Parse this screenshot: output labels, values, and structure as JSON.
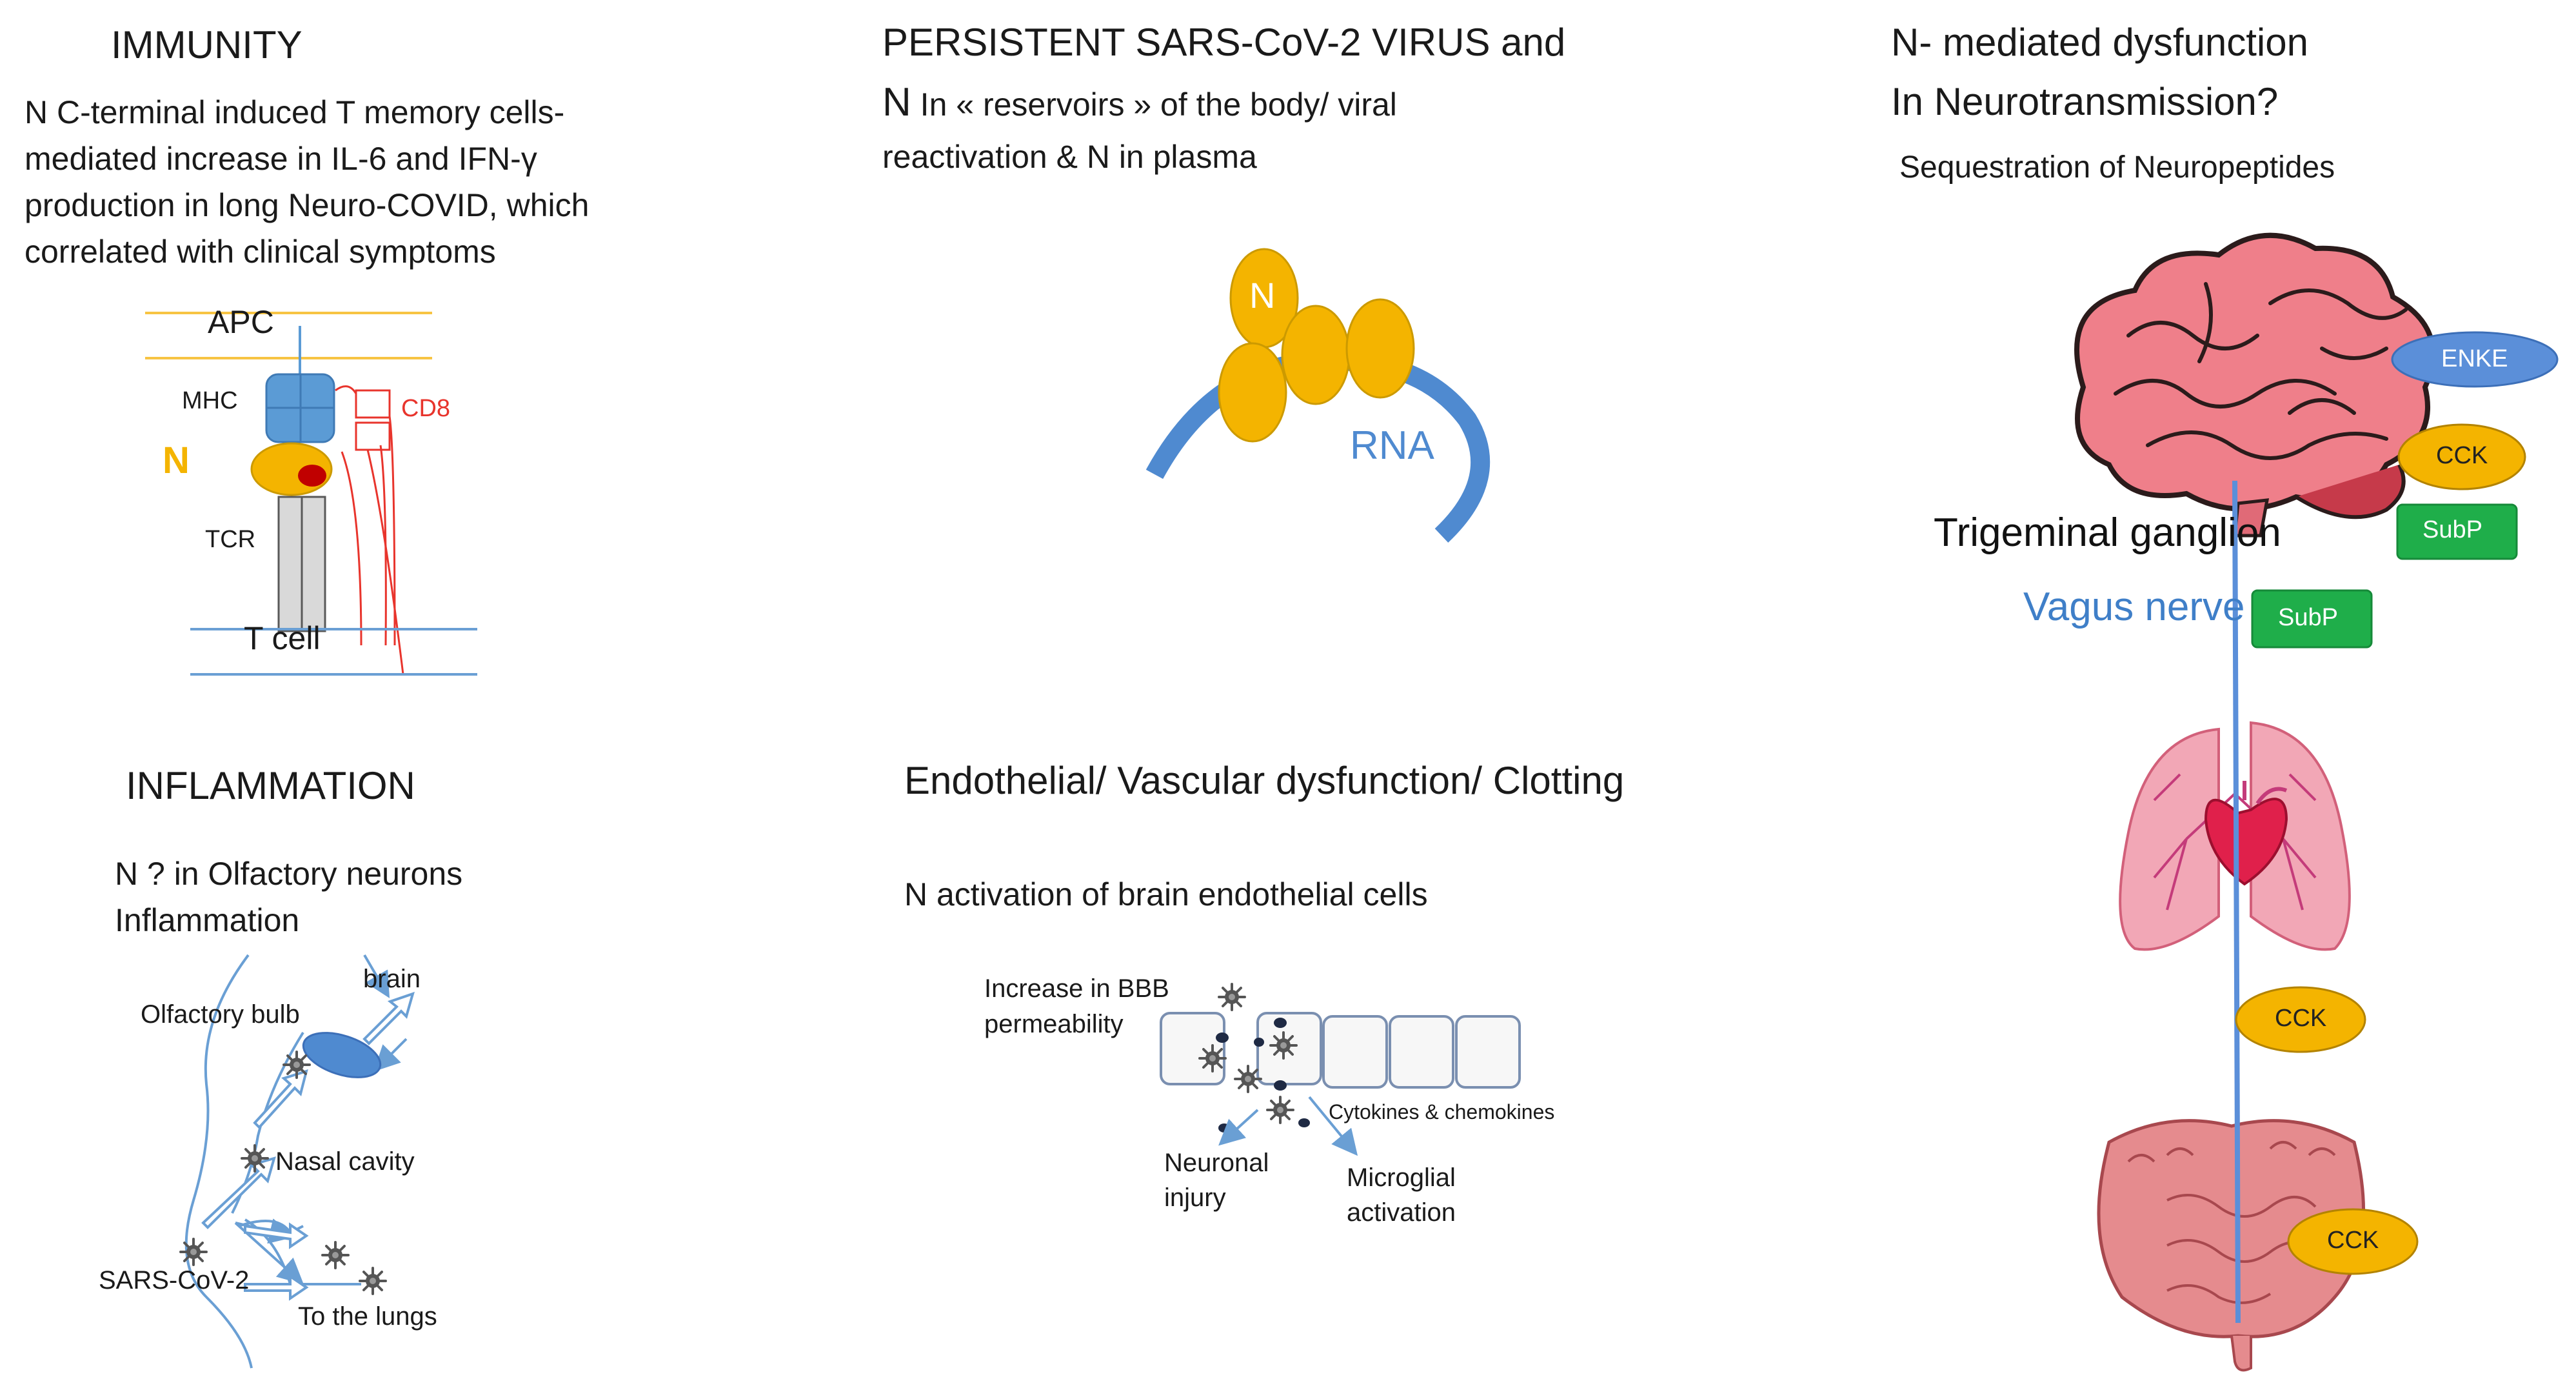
{
  "colors": {
    "n_protein": "#f4b400",
    "n_protein_stroke": "#cc9a00",
    "rna": "#4f8ad0",
    "mhc": "#5b9bd5",
    "cd8": "#e8342c",
    "membrane_apc": "#f7c443",
    "membrane_t": "#6a9fd4",
    "nerve": "#5b8fd9",
    "subp": "#1fae4a",
    "enke": "#5b8fd9",
    "brain": "#ef7f8a",
    "lungs": "#f2a7b6",
    "heart": "#e0204b",
    "intestine": "#e58b8e",
    "virus": "#555555"
  },
  "immunity": {
    "title": "IMMUNITY",
    "text_lines": [
      "N C-terminal induced T memory cells-",
      "mediated  increase in IL-6 and IFN-γ",
      "production in long Neuro-COVID, which",
      "correlated with clinical symptoms"
    ],
    "apc": "APC",
    "mhc": "MHC",
    "cd8": "CD8",
    "n": "N",
    "tcr": "TCR",
    "t_cell": "T cell"
  },
  "persistent": {
    "title": "PERSISTENT SARS-CoV-2 VIRUS and",
    "n_letter": "N",
    "line2_rest": " In « reservoirs » of the body/ viral",
    "line3": "reactivation & N in plasma",
    "n_label": "N",
    "rna_label": "RNA"
  },
  "neuro": {
    "title_line1": "N- mediated dysfunction",
    "title_line2": "In Neurotransmission?",
    "subtitle": "Sequestration of Neuropeptides",
    "trigeminal": "Trigeminal ganglion",
    "vagus": "Vagus nerve",
    "enke": "ENKE",
    "cck": "CCK",
    "subp": "SubP"
  },
  "inflammation": {
    "title": "INFLAMMATION",
    "line1": "N ? in Olfactory neurons",
    "line2": "Inflammation",
    "brain": "brain",
    "olfactory_bulb": "Olfactory bulb",
    "nasal_cavity": "Nasal cavity",
    "sars": "SARS-CoV-2",
    "lungs": "To the lungs"
  },
  "endothelial": {
    "title": "Endothelial/ Vascular dysfunction/ Clotting",
    "subtitle": "N activation of brain endothelial cells",
    "bbb_line1": "Increase in BBB",
    "bbb_line2": "permeability",
    "cytokines": "Cytokines & chemokines",
    "neuronal_line1": "Neuronal",
    "neuronal_line2": "injury",
    "microglial_line1": "Microglial",
    "microglial_line2": "activation"
  }
}
